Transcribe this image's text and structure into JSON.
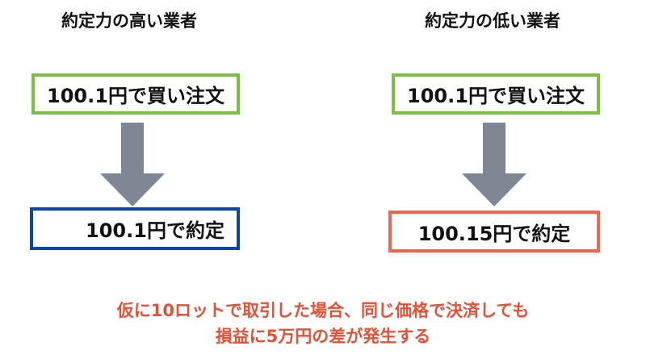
{
  "left": {
    "title": "約定力の高い業者",
    "order": "100.1円で買い注文",
    "fill": "100.1円で約定"
  },
  "right": {
    "title": "約定力の低い業者",
    "order": "100.1円で買い注文",
    "fill": "100.15円で約定"
  },
  "note": {
    "line1": "仮に10ロットで取引した場合、同じ価格で決済しても",
    "line2": "損益に5万円の差が発生する"
  },
  "colors": {
    "order_border": "#7ac143",
    "good_fill_border": "#0b47a8",
    "bad_fill_border": "#f0664f",
    "arrow": "#7f8794",
    "note_text": "#ea4f35"
  }
}
